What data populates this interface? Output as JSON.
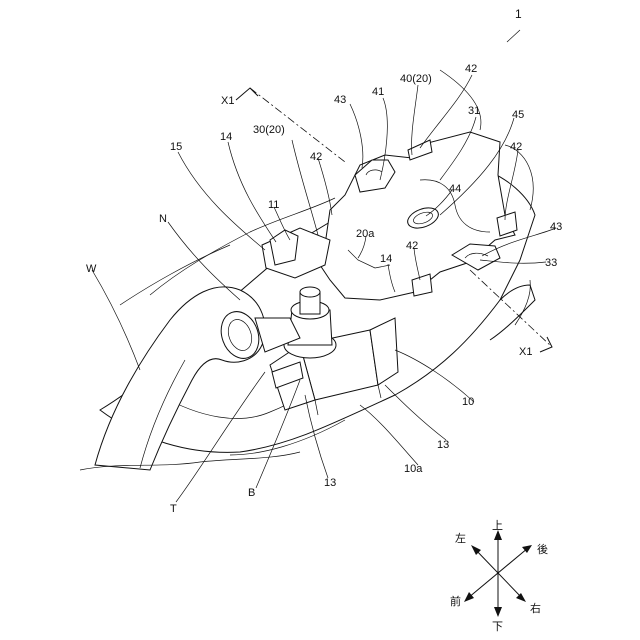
{
  "figure": {
    "figure_number": "1",
    "section_marker": "X1",
    "labels": {
      "n1": "1",
      "n10": "10",
      "n10a": "10a",
      "n11": "11",
      "n13a": "13",
      "n13b": "13",
      "n14a": "14",
      "n14b": "14",
      "n15": "15",
      "n20a": "20a",
      "n30": "30(20)",
      "n31": "31",
      "n33": "33",
      "n40": "40(20)",
      "n41": "41",
      "n42a": "42",
      "n42b": "42",
      "n42c": "42",
      "n42d": "42",
      "n43a": "43",
      "n43b": "43",
      "n44": "44",
      "n45": "45",
      "nB": "B",
      "nN": "N",
      "nT": "T",
      "nW": "W",
      "x1a": "X1",
      "x1b": "X1"
    },
    "compass": {
      "up": "上",
      "down": "下",
      "left": "左",
      "right": "右",
      "front": "前",
      "back": "後"
    }
  }
}
